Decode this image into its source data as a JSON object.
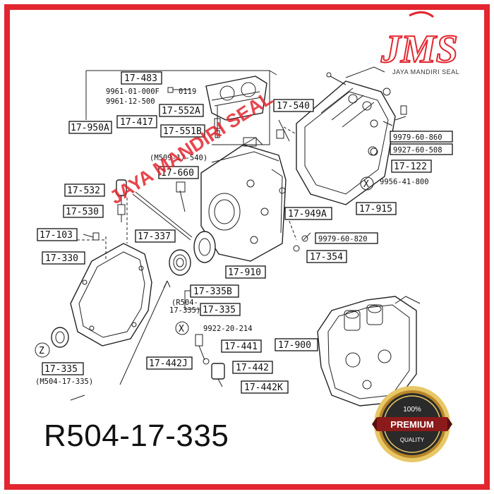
{
  "brand": {
    "logo_text": "JMS",
    "tagline": "JAYA MANDIRI SEAL",
    "watermark": "JAYA MANDIRI SEAL",
    "accent_color": "#e3262f"
  },
  "badge": {
    "top": "100%",
    "main": "PREMIUM",
    "bottom": "QUALITY",
    "ring_color": "#c9a227",
    "band_color": "#8b1a1a"
  },
  "product": {
    "part_number": "R504-17-335"
  },
  "diagram": {
    "labels": {
      "l_17_483": "17-483",
      "l_9961_01_000f": "9961-01-000F",
      "l_0119": "0119",
      "l_9961_12_500": "9961-12-500",
      "l_17_552a": "17-552A",
      "l_17_950a": "17-950A",
      "l_17_417": "17-417",
      "l_17_551b": "17-551B",
      "l_17_540": "17-540",
      "l_9979_60_860": "9979-60-860",
      "l_9927_60_508": "9927-60-508",
      "l_17_122": "17-122",
      "l_9956_41_800": "9956-41-800",
      "l_x1": "X",
      "l_17_915": "17-915",
      "l_m509": "(M509-17-540)",
      "l_17_660": "17-660",
      "l_17_532": "17-532",
      "l_17_530": "17-530",
      "l_17_103": "17-103",
      "l_17_337": "17-337",
      "l_17_330": "17-330",
      "l_17_949a": "17-949A",
      "l_9979_60_820": "9979-60-820",
      "l_17_354": "17-354",
      "l_17_910": "17-910",
      "l_17_335b": "17-335B",
      "l_r504_a": "(R504-",
      "l_r504_b": "17-335)",
      "l_17_335": "17-335",
      "l_x2": "X",
      "l_9922_20_214": "9922-20-214",
      "l_17_441": "17-441",
      "l_17_900": "17-900",
      "l_17_442j": "17-442J",
      "l_17_442": "17-442",
      "l_17_442k": "17-442K",
      "l_z": "Z",
      "l_17_335_z": "17-335",
      "l_m504": "(M504-17-335)"
    }
  }
}
